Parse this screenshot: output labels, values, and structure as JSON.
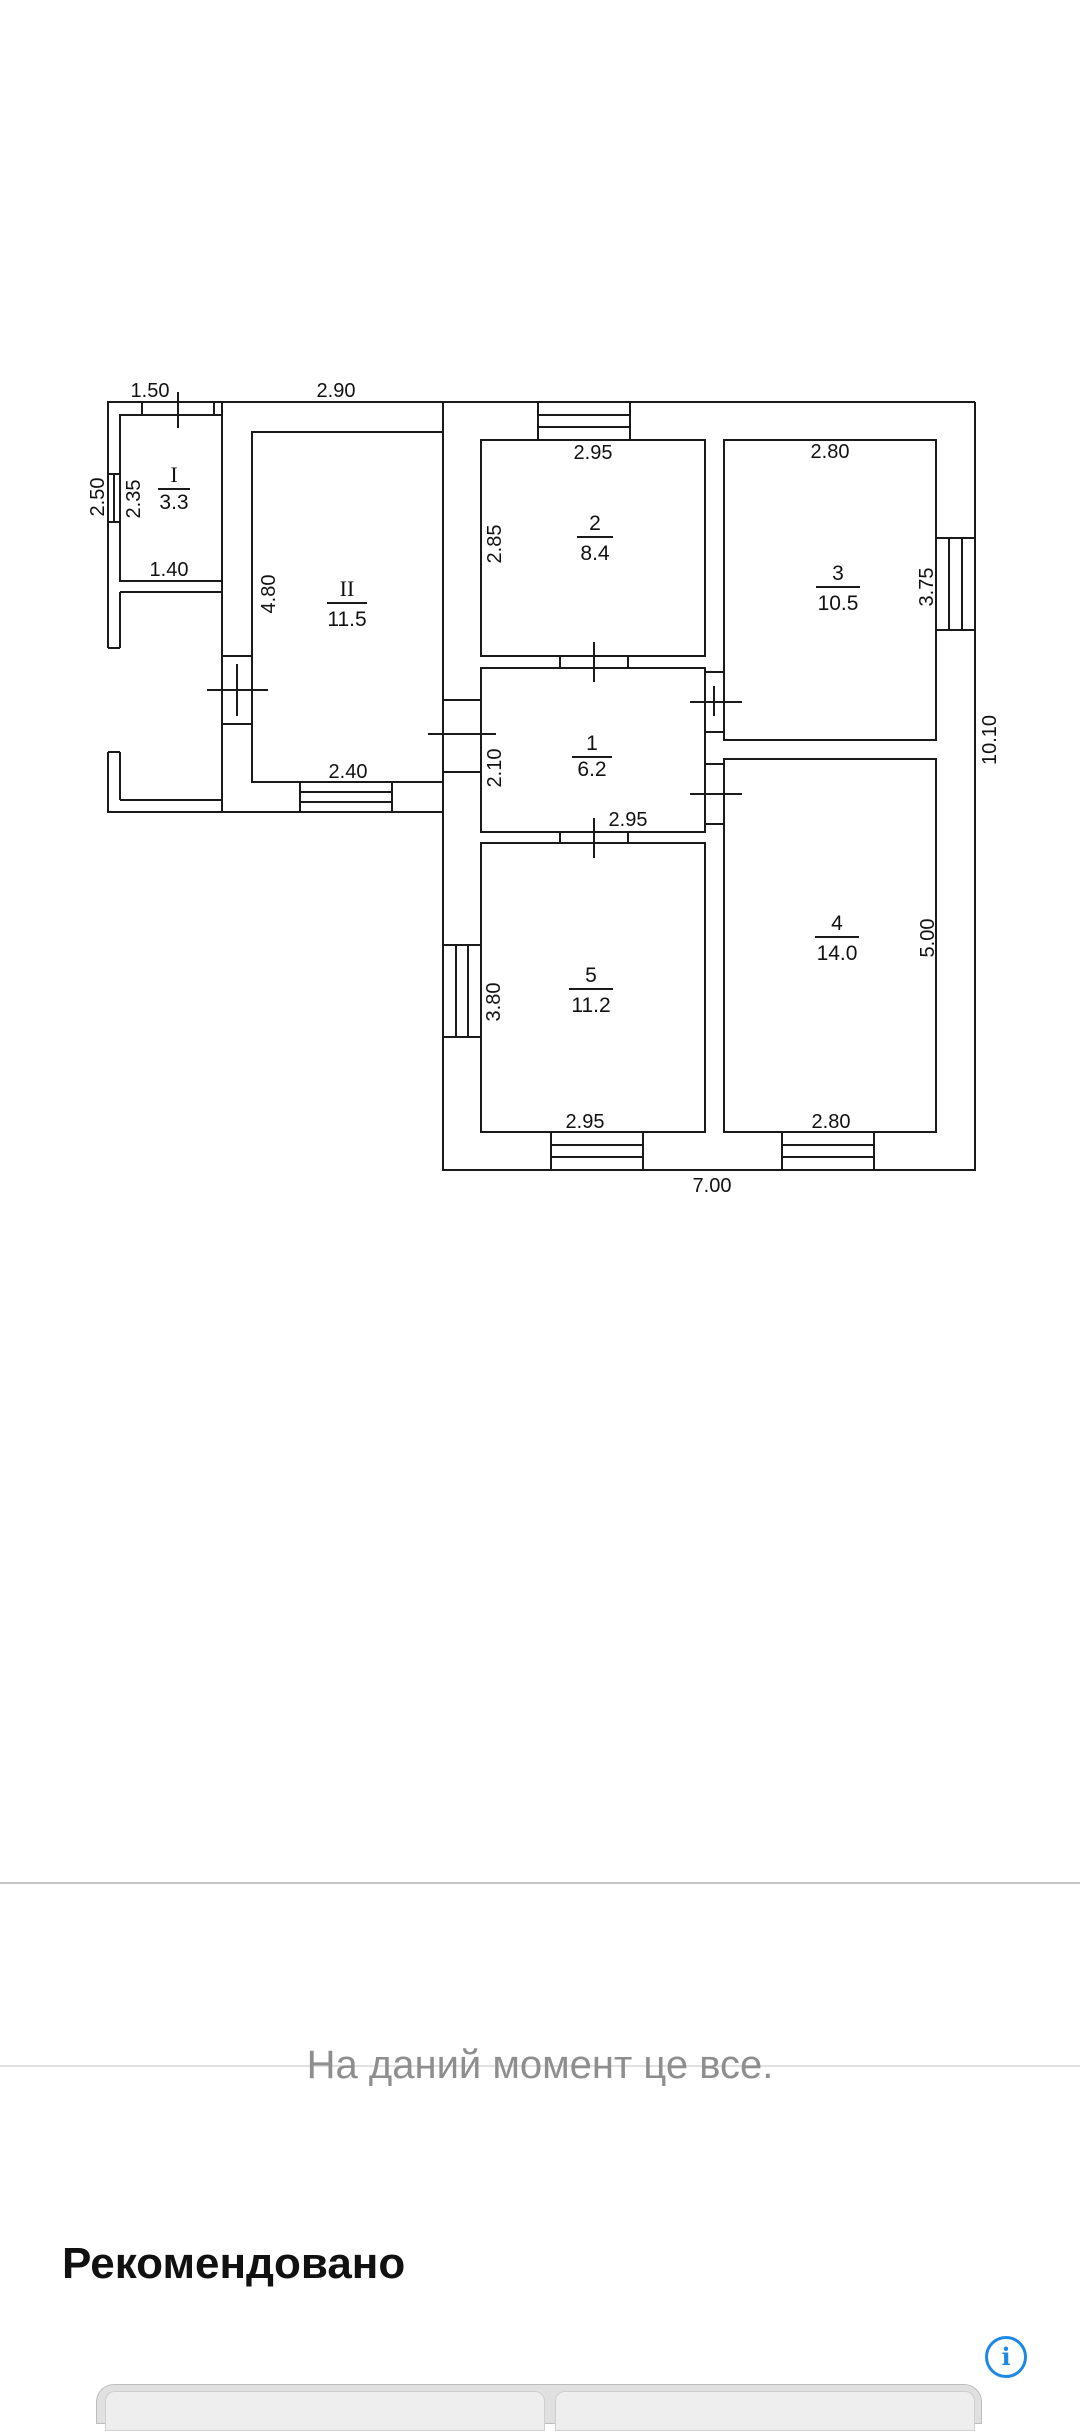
{
  "floor_plan": {
    "rooms": [
      {
        "id": "I",
        "area": "3.3"
      },
      {
        "id": "II",
        "area": "11.5"
      },
      {
        "id": "1",
        "area": "6.2"
      },
      {
        "id": "2",
        "area": "8.4"
      },
      {
        "id": "3",
        "area": "10.5"
      },
      {
        "id": "4",
        "area": "14.0"
      },
      {
        "id": "5",
        "area": "11.2"
      }
    ],
    "dimensions": [
      "1.50",
      "2.90",
      "2.50",
      "2.35",
      "1.40",
      "4.80",
      "2.40",
      "2.95",
      "2.85",
      "2.10",
      "2.95",
      "2.80",
      "3.75",
      "10.10",
      "5.00",
      "3.80",
      "2.95",
      "2.80",
      "7.00"
    ]
  },
  "feed": {
    "end_message": "На даний момент це все."
  },
  "recommended": {
    "title": "Рекомендовано",
    "info_icon": "info-icon"
  }
}
